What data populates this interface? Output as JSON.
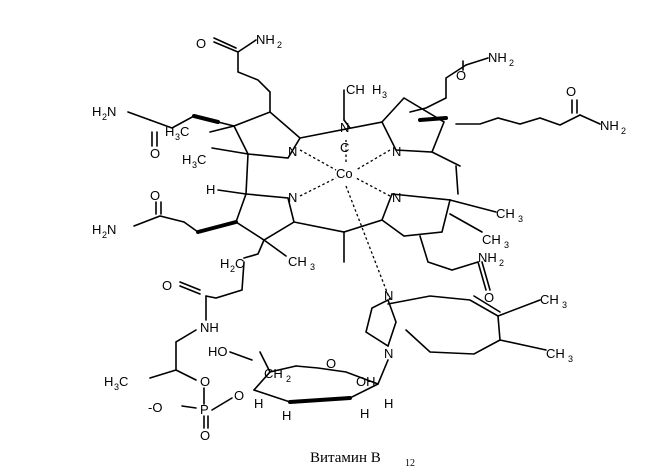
{
  "caption": {
    "main": "Витамин B",
    "sub": "12"
  },
  "labels": {
    "O": "O",
    "NH2": "NH",
    "H2N": "H",
    "H": "H",
    "N": "N",
    "CH3": "CH",
    "H3C": "H",
    "Co": "Co",
    "CN_N": "N",
    "CN_C": "C",
    "NH": "NH",
    "H2C": "H",
    "HO": "HO",
    "OH": "OH",
    "P": "P",
    "Ominus": "-O",
    "sub2": "2",
    "sub3": "3",
    "C_after_H": "C",
    "N_after_H": "N",
    "CH2": "CH",
    "C_H3": "C"
  }
}
